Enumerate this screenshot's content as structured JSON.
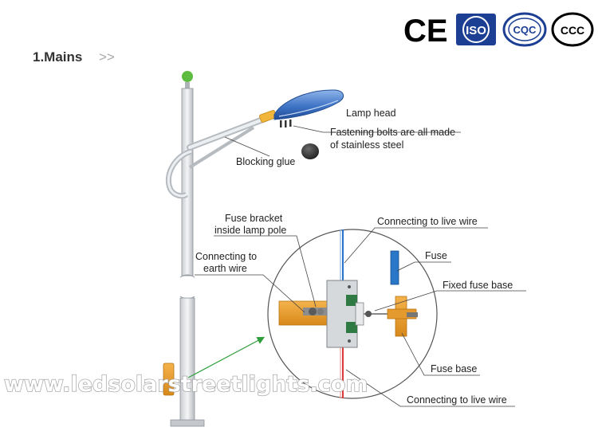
{
  "certifications": {
    "ce": "CE",
    "iso": "ISO",
    "cqc": "CQC",
    "ccc": "CCC"
  },
  "section": {
    "title": "1.Mains",
    "arrows": ">>"
  },
  "labels": {
    "lamp_head": "Lamp head",
    "bolts_line1": "Fastening bolts are all made",
    "bolts_line2": "of stainless steel",
    "blocking_glue": "Blocking glue",
    "fuse_bracket_line1": "Fuse bracket",
    "fuse_bracket_line2": "inside lamp pole",
    "live_wire_top": "Connecting to live wire",
    "earth_line1": "Connecting to",
    "earth_line2": "earth wire",
    "fuse": "Fuse",
    "fixed_fuse_base": "Fixed fuse  base",
    "fuse_base": "Fuse base",
    "live_wire_bottom": "Connecting to live wire"
  },
  "watermark": "www.ledsolarstreetlights.com"
}
